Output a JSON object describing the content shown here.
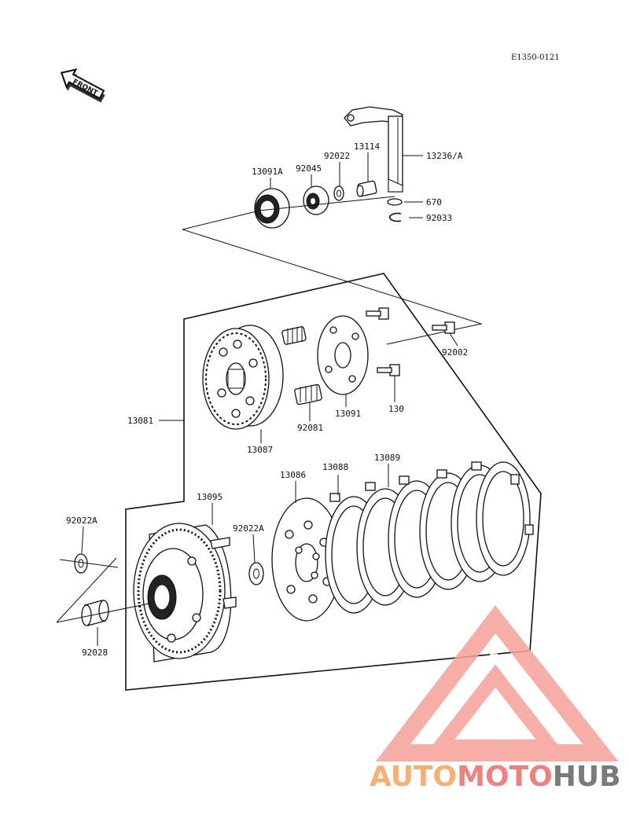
{
  "drawing_id": "E1350-0121",
  "front_arrow": {
    "label": "FRONT"
  },
  "parts": [
    {
      "key": "13236A",
      "label": "13236/A"
    },
    {
      "key": "13114",
      "label": "13114"
    },
    {
      "key": "92022_top",
      "label": "92022"
    },
    {
      "key": "92045",
      "label": "92045"
    },
    {
      "key": "13091A",
      "label": "13091A"
    },
    {
      "key": "670",
      "label": "670"
    },
    {
      "key": "92033",
      "label": "92033"
    },
    {
      "key": "92002",
      "label": "92002"
    },
    {
      "key": "130",
      "label": "130"
    },
    {
      "key": "13091",
      "label": "13091"
    },
    {
      "key": "92081",
      "label": "92081"
    },
    {
      "key": "13087",
      "label": "13087"
    },
    {
      "key": "13081",
      "label": "13081"
    },
    {
      "key": "13095",
      "label": "13095"
    },
    {
      "key": "13086",
      "label": "13086"
    },
    {
      "key": "13088",
      "label": "13088"
    },
    {
      "key": "13089",
      "label": "13089"
    },
    {
      "key": "92022A_top",
      "label": "92022A"
    },
    {
      "key": "92022A_mid",
      "label": "92022A"
    },
    {
      "key": "92028",
      "label": "92028"
    }
  ],
  "watermark": {
    "brand_part1": "AUTO",
    "brand_part2": "MOTO",
    "brand_part3": "HUB",
    "color1": "#f6b073",
    "color2": "#f08080",
    "color3": "#7a7a7a",
    "triangle_color": "#f4a09a"
  }
}
